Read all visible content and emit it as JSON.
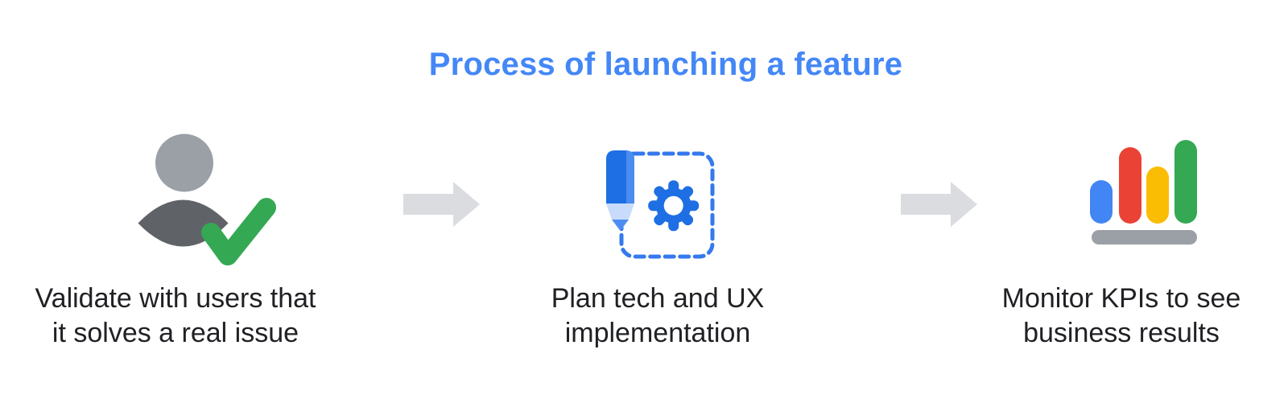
{
  "title": "Process of launching a feature",
  "steps": [
    {
      "id": "validate",
      "icon": "user-check-icon",
      "lines": [
        "Validate with users that",
        "it solves a real issue"
      ]
    },
    {
      "id": "plan",
      "icon": "pencil-gear-icon",
      "lines": [
        "Plan tech and UX",
        "implementation"
      ]
    },
    {
      "id": "monitor",
      "icon": "bar-chart-icon",
      "lines": [
        "Monitor KPIs to see",
        "business results"
      ]
    }
  ],
  "connectors": [
    {
      "icon": "right-arrow-icon"
    },
    {
      "icon": "right-arrow-icon"
    }
  ],
  "colors": {
    "background": "#FFFFFF",
    "title": "#4487F6",
    "caption_text": "#202124",
    "arrow": "#DADCE0",
    "person_head": "#9AA0A6",
    "person_body": "#5F6368",
    "check_green": "#34A853",
    "pencil_blue": "#1E6FE3",
    "pencil_blue_light": "#4A8CF0",
    "pencil_wood": "#C9DBFA",
    "pencil_tip": "#4D8DF3",
    "dashed_border": "#3579EC",
    "gear_blue": "#1E6FE3",
    "bar_blue": "#4285F4",
    "bar_red": "#EA4335",
    "bar_yellow": "#FBBC04",
    "bar_green": "#34A853",
    "bar_base": "#9AA0A6"
  }
}
